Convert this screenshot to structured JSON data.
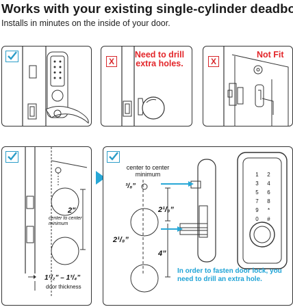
{
  "title": "Works with your existing single-cylinder deadbolt.",
  "subtitle": "Installs in minutes on the inside of your door.",
  "panels": {
    "p1": {
      "status": "check"
    },
    "p2": {
      "status": "x",
      "mark": "X",
      "note": "Need to drill extra holes."
    },
    "p3": {
      "status": "x",
      "mark": "X",
      "note": "Not Fit"
    },
    "p4": {
      "status": "check",
      "dim_top": "2\"",
      "dim_top_label": "center to center minimum",
      "dim_bottom": "1¹/₂” – 1³/₄”",
      "dim_bottom_label": "door thickness"
    },
    "p5": {
      "status": "check",
      "center_label": "center to center minimum",
      "dim_3_8": "³/₈”",
      "dim_2_18_upper": "2¹/₈”",
      "dim_2_18_left": "2¹/₈”",
      "dim_4": "4”",
      "note": "In order to fasten door lock, you need to drill an extra hole."
    }
  },
  "keypad": {
    "keys": [
      "1",
      "2",
      "3",
      "4",
      "5",
      "6",
      "7",
      "8",
      "9",
      "*",
      "0",
      "#"
    ]
  },
  "colors": {
    "check": "#2b9dc8",
    "x": "#d8262a",
    "note_red": "#e3262a",
    "note_blue": "#1ea3d6",
    "arrow": "#27a7d6"
  }
}
